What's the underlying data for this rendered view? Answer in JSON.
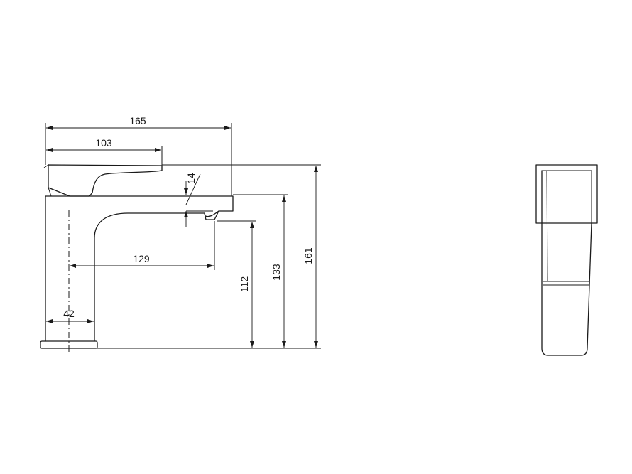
{
  "drawing": {
    "dimensions": {
      "overall_length": "165",
      "handle_length": "103",
      "spout_gap": "14",
      "spout_reach": "129",
      "base_width": "42",
      "spout_height": "112",
      "body_height": "133",
      "overall_height": "161"
    }
  }
}
